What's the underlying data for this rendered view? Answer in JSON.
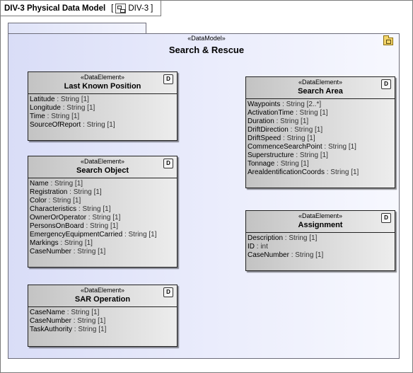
{
  "frame": {
    "title": "DIV-3 Physical Data Model",
    "ref_open": "[",
    "ref_label": "DIV-3",
    "ref_close": "]",
    "ref_icon": "diagram-icon"
  },
  "package": {
    "stereotype": "«DataModel»",
    "name": "Search & Rescue",
    "icon": "package-icon",
    "colors": {
      "fill_start": "#d9ddf7",
      "fill_end": "#f7f8fe",
      "border": "#6d6d7a"
    }
  },
  "elements": [
    {
      "stereotype": "«DataElement»",
      "name": "Last Known Position",
      "icon_label": "D",
      "attributes": [
        {
          "name": "Latitude",
          "type": " : String [1]"
        },
        {
          "name": "Longitude",
          "type": " : String [1]"
        },
        {
          "name": "Time",
          "type": " : String [1]"
        },
        {
          "name": "SourceOfReport",
          "type": " : String [1]"
        }
      ]
    },
    {
      "stereotype": "«DataElement»",
      "name": "Search Object",
      "icon_label": "D",
      "attributes": [
        {
          "name": "Name",
          "type": " : String [1]"
        },
        {
          "name": "Registration",
          "type": " : String [1]"
        },
        {
          "name": "Color",
          "type": " : String [1]"
        },
        {
          "name": "Characteristics",
          "type": " : String [1]"
        },
        {
          "name": "OwnerOrOperator",
          "type": " : String [1]"
        },
        {
          "name": "PersonsOnBoard",
          "type": " : String [1]"
        },
        {
          "name": "EmergencyEquipmentCarried",
          "type": " : String [1]"
        },
        {
          "name": "Markings",
          "type": " : String [1]"
        },
        {
          "name": "CaseNumber",
          "type": " : String [1]"
        }
      ]
    },
    {
      "stereotype": "«DataElement»",
      "name": "SAR Operation",
      "icon_label": "D",
      "attributes": [
        {
          "name": "CaseName",
          "type": " : String [1]"
        },
        {
          "name": "CaseNumber",
          "type": " : String [1]"
        },
        {
          "name": "TaskAuthority",
          "type": " : String [1]"
        }
      ]
    },
    {
      "stereotype": "«DataElement»",
      "name": "Search Area",
      "icon_label": "D",
      "attributes": [
        {
          "name": "Waypoints",
          "type": " : String [2..*]"
        },
        {
          "name": "ActivationTime",
          "type": " : String [1]"
        },
        {
          "name": "Duration",
          "type": " : String [1]"
        },
        {
          "name": "DriftDirection",
          "type": " : String [1]"
        },
        {
          "name": "DriftSpeed",
          "type": " : String [1]"
        },
        {
          "name": "CommenceSearchPoint",
          "type": " : String [1]"
        },
        {
          "name": "Superstructure",
          "type": " : String [1]"
        },
        {
          "name": "Tonnage",
          "type": " : String [1]"
        },
        {
          "name": "ArealdentificationCoords",
          "type": " : String [1]"
        }
      ]
    },
    {
      "stereotype": "«DataElement»",
      "name": "Assignment",
      "icon_label": "D",
      "attributes": [
        {
          "name": "Description",
          "type": " : String [1]"
        },
        {
          "name": "ID",
          "type": " : int"
        },
        {
          "name": "CaseNumber",
          "type": " : String [1]"
        }
      ]
    }
  ]
}
